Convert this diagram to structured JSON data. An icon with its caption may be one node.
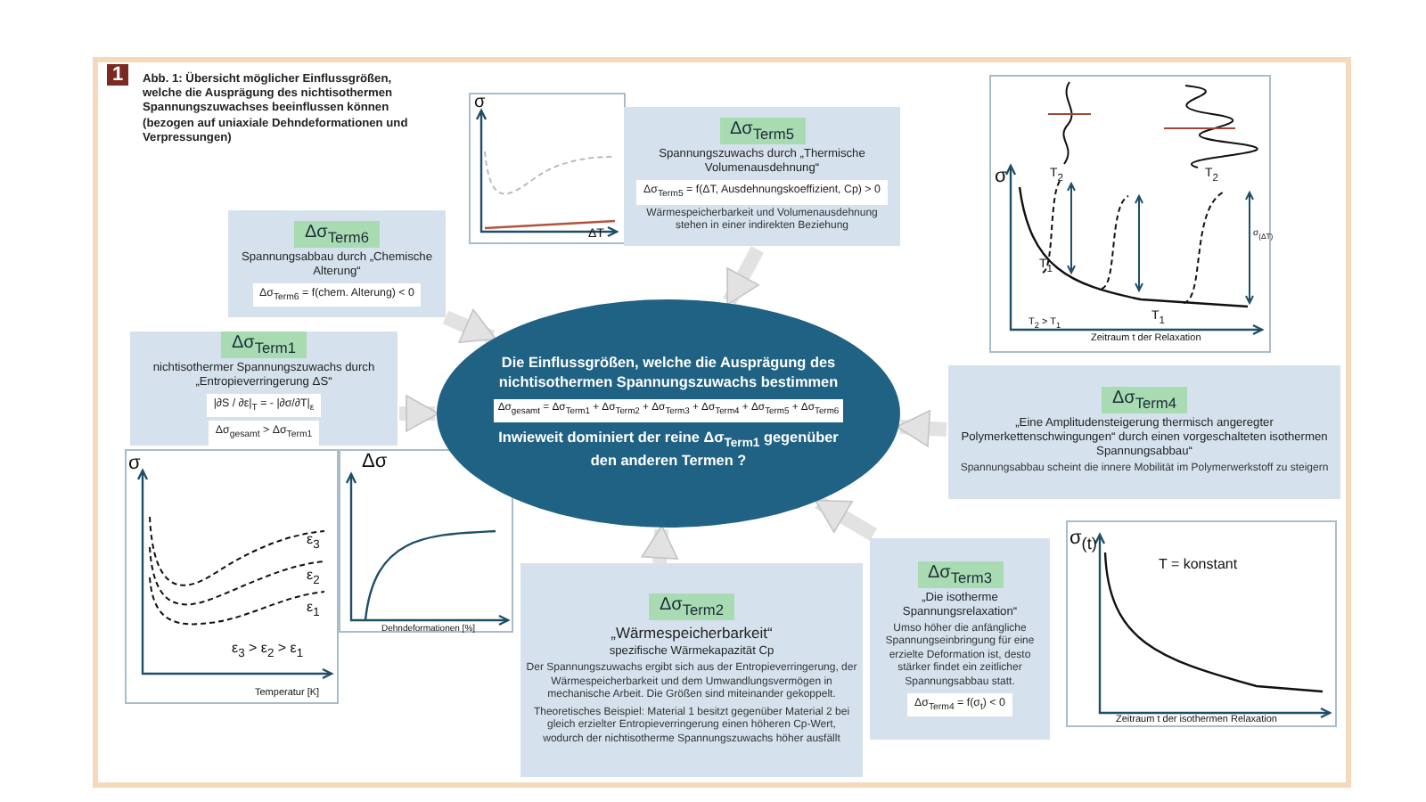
{
  "diagram": {
    "caption": "Abb. 1: Übersicht möglicher Einflussgrößen, welche die Ausprägung des nichtisothermen Spannungszuwachses beeinflussen können (bezogen auf uniaxiale Dehndeformationen und Verpressungen)",
    "nodes": [
      {
        "text": [
          "Die Einflussgrößen, welche die Ausprägung des nichtisothermen Spannungszuwachs bestimmen",
          "Δσ$_{gesamt}$ = Δσ$_{Term1}$ + Δσ$_{Term2}$ + Δσ$_{Term3}$ + Δσ$_{Term4}$ + Δσ$_{Term5}$ + Δσ$_{Term6}$",
          "Inwieweit dominiert der reine Δσ$_{Term1}$ gegenüber den anderen Termen ?"
        ]
      },
      {
        "text": [
          "Δσ$_{Term6}$",
          "Spannungsabbau durch „Chemische Alterung“",
          "Δσ$_{Term6}$ = f(chem. Alterung) < 0"
        ]
      },
      {
        "text": [
          "Δσ$_{Term5}$",
          "Spannungszuwachs durch „Thermische Volumenausdehnung“",
          "Δσ$_{Term5}$ = f(ΔT, Ausdehnungskoeffizient, Cp) > 0",
          "Wärmespeicherbarkeit und Volumenausdehnung stehen in einer indirekten Beziehung"
        ]
      },
      {
        "text": [
          "Δσ$_{Term1}$",
          "nichtisothermer Spannungszuwachs durch „Entropieverringerung ΔS“",
          "|∂S / ∂ε|$_{T}$ = - |∂σ/∂T|$_{ε}$",
          "Δσ$_{gesamt}$ > Δσ$_{Term1}$"
        ]
      },
      {
        "text": [
          "Δσ$_{Term4}$",
          "„Eine Amplitudensteigerung thermisch angeregter Polymerkettenschwingungen“ durch einen vorgeschalteten isothermen Spannungsabbau“",
          "Spannungsabbau scheint die innere Mobilität im Polymerwerkstoff zu steigern"
        ]
      },
      {
        "text": [
          "Δσ$_{Term2}$",
          "„Wärmespeicherbarkeit“",
          "spezifische Wärmekapazität Cp",
          "Der Spannungszuwachs ergibt sich aus der Entropieverringerung, der Wärmespeicherbarkeit und dem Umwandlungsvermögen in mechanische Arbeit. Die Größen sind miteinander gekoppelt.",
          "Theoretisches Beispiel: Material 1 besitzt gegenüber Material 2 bei gleich erzielter Entropieverringerung einen höheren Cp-Wert, wodurch der nichtisotherme Spannungszuwachs höher ausfällt"
        ]
      },
      {
        "text": [
          "Δσ$_{Term3}$",
          "„Die isotherme Spannungsrelaxation“",
          "Umso höher die anfängliche Spannungseinbringung für eine erzielte Deformation ist, desto stärker findet ein zeitlicher Spannungsabbau statt.",
          "Δσ$_{Term4}$ = f(σ$_{t}$) < 0"
        ]
      }
    ],
    "edges": [
      {
        "from": 1,
        "to": 0,
        "arrow": "to"
      },
      {
        "from": 2,
        "to": 0,
        "arrow": "to"
      },
      {
        "from": 3,
        "to": 0,
        "arrow": "to"
      },
      {
        "from": 4,
        "to": 0,
        "arrow": "to"
      },
      {
        "from": 5,
        "to": 0,
        "arrow": "to"
      },
      {
        "from": 6,
        "to": 0,
        "arrow": "to"
      }
    ],
    "labels": [
      "1",
      "σ",
      "ΔT",
      "σ",
      "T$_{2}$",
      "T$_{2}$",
      "T$_{1}$",
      "σ$_{(ΔT)}$",
      "T$_{1}$",
      "T$_{2}$ > T$_{1}$",
      "Zeitraum t der Relaxation",
      "σ",
      "ε$_{3}$",
      "ε$_{2}$",
      "ε$_{1}$",
      "ε$_{3}$ > ε$_{2}$ > ε$_{1}$",
      "Temperatur [K]",
      "Δσ",
      "Dehndeformationen [%]",
      "σ$_{(t)}$",
      "T = konstant",
      "Zeitraum t der isothermen Relaxation"
    ]
  }
}
